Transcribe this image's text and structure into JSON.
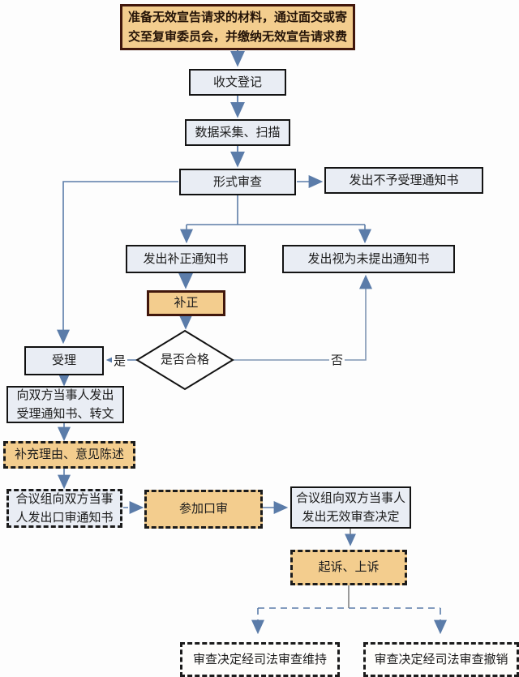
{
  "diagram": {
    "type": "flowchart",
    "nodes": {
      "prepare": "准备无效宣告请求的材料，通过面交或寄\n交至复审委员会，并缴纳无效宣告请求费",
      "register": "收文登记",
      "scan": "数据采集、扫描",
      "formal_exam": "形式审查",
      "reject_notice": "发出不予受理通知书",
      "correction_notice": "发出补正通知书",
      "deemed_not_filed": "发出视为未提出通知书",
      "correction": "补正",
      "qualified": "是否合格",
      "accept": "受理",
      "notify_parties": "向双方当事人发出\n受理通知书、转文",
      "supplement_reasons": "补充理由、意见陈述",
      "oral_hearing_notice": "合议组向双方当事\n人发出口审通知书",
      "attend_oral_hearing": "参加口审",
      "invalidation_decision": "合议组向双方当事人\n发出无效审查决定",
      "sue_appeal": "起诉、上诉",
      "maintain": "审查决定经司法审查维持",
      "revoke": "审查决定经司法审查撤销"
    },
    "edge_labels": {
      "yes": "是",
      "no": "否"
    },
    "colors": {
      "arrow": "#5b7ca9",
      "orange_fill": "#f3cd8e",
      "orange_border": "#41170c",
      "light_fill": "#e9edf4",
      "box_border": "#141414",
      "background": "#fdfdfd"
    }
  }
}
